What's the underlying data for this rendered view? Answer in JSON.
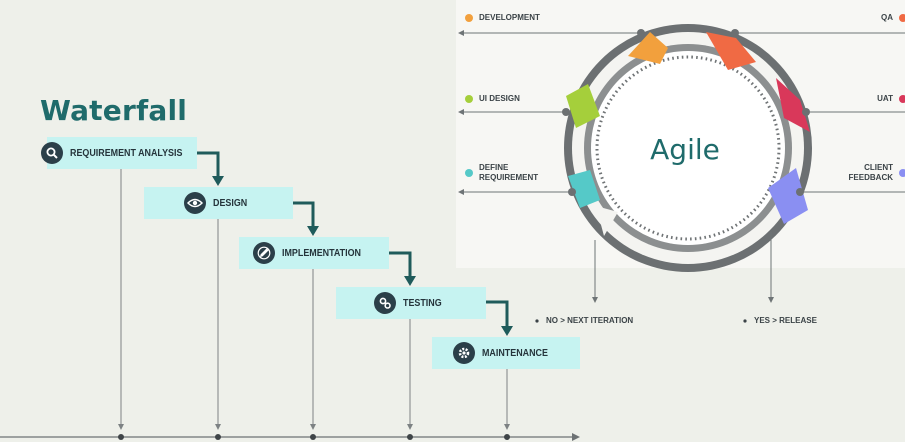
{
  "waterfall": {
    "title": "Waterfall",
    "steps": [
      {
        "label": "REQUIREMENT ANALYSIS",
        "icon": "magnifier-icon"
      },
      {
        "label": "DESIGN",
        "icon": "eye-icon"
      },
      {
        "label": "IMPLEMENTATION",
        "icon": "pencil-icon"
      },
      {
        "label": "TESTING",
        "icon": "gears-icon"
      },
      {
        "label": "MAINTENANCE",
        "icon": "cog-icon"
      }
    ]
  },
  "agile": {
    "title": "Agile",
    "stages": {
      "development": {
        "label": "DEVELOPMENT",
        "color": "#f2a03d"
      },
      "qa": {
        "label": "QA",
        "color": "#f06a44"
      },
      "ui_design": {
        "label": "UI DESIGN",
        "color": "#a5cf3b"
      },
      "uat": {
        "label": "UAT",
        "color": "#d9385a"
      },
      "define_requirement": {
        "line1": "DEFINE",
        "line2": "REQUIREMENT",
        "color": "#55c9c8"
      },
      "client_feedback": {
        "line1": "CLIENT",
        "line2": "FEEDBACK",
        "color": "#8a8ff2"
      }
    },
    "outcomes": {
      "no": "NO > NEXT ITERATION",
      "yes": "YES > RELEASE"
    }
  },
  "colors": {
    "background": "#eef0ea",
    "step_fill": "#c6f3f1",
    "teal_text": "#1f6b6b",
    "connector": "#1f5b5b",
    "ring_gray": "#6c7072"
  }
}
